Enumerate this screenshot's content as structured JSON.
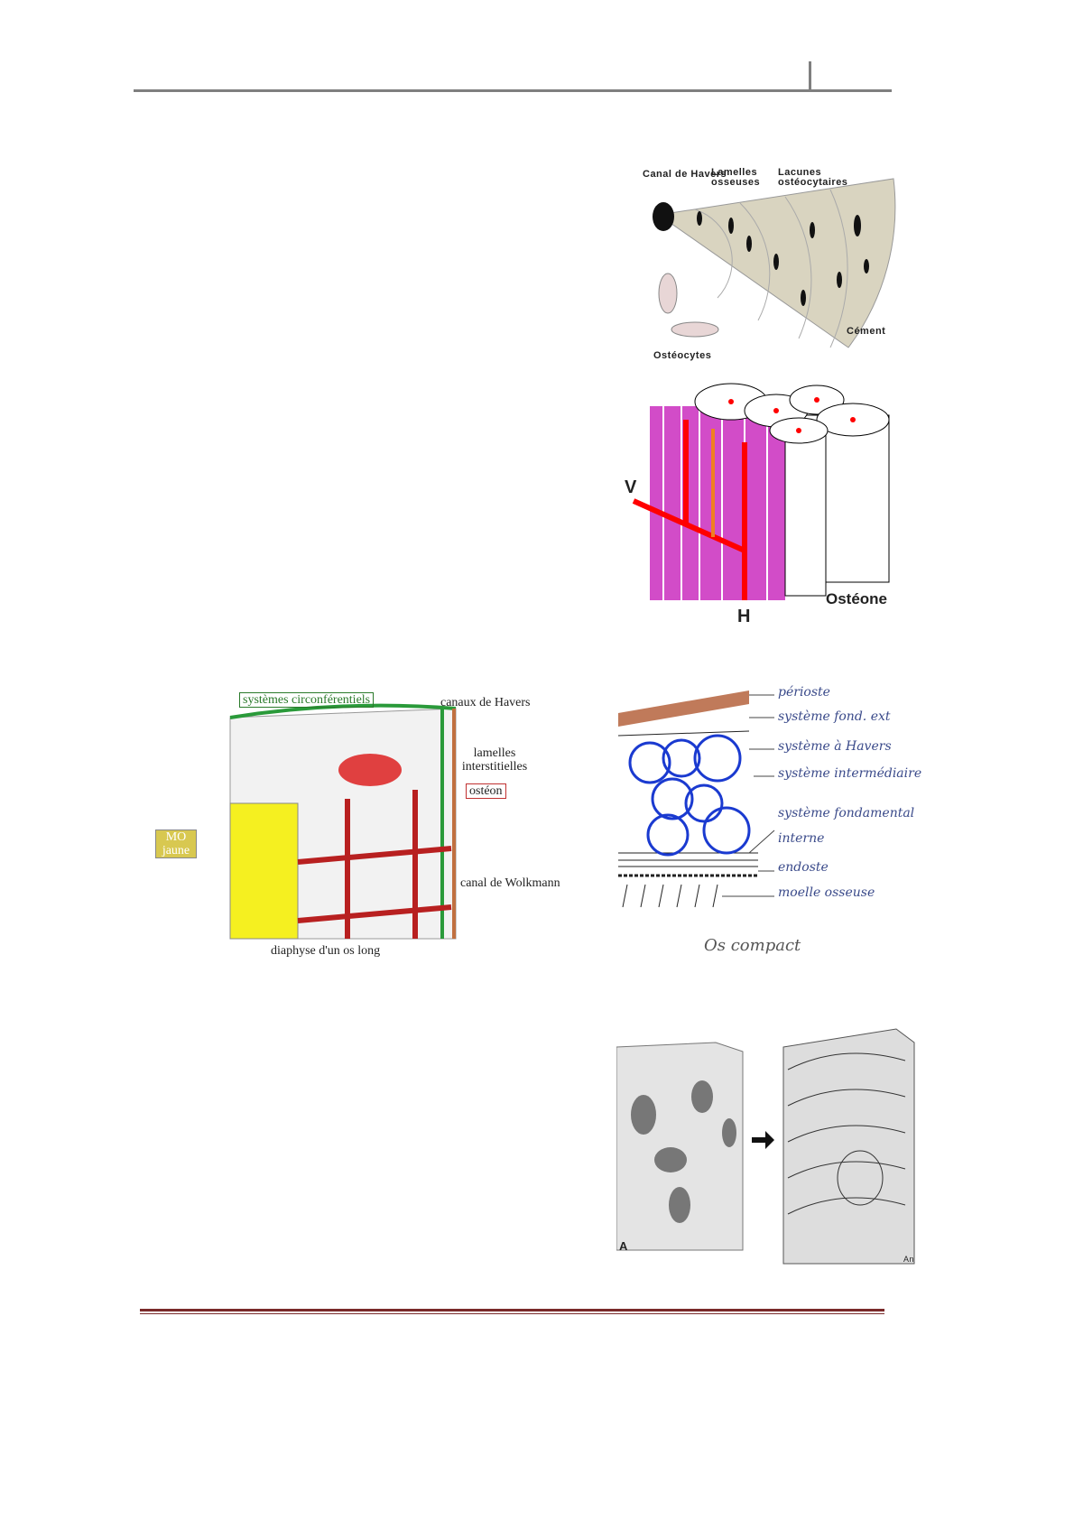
{
  "figure_osteon_sector": {
    "labels": {
      "canal": "Canal de Havers",
      "lamelles": "Lamelles osseuses",
      "lacunes": "Lacunes ostéocytaires",
      "cement": "Cément",
      "osteocytes": "Ostéocytes"
    }
  },
  "figure_osteone_3d": {
    "labels": {
      "v": "V",
      "h": "H",
      "osteone": "Ostéone"
    }
  },
  "figure_diaphyse": {
    "labels": {
      "systemes": "systèmes circonférentiels",
      "canaux": "canaux de Havers",
      "lamelles": "lamelles interstitielles",
      "osteon": "ostéon",
      "mo": "MO jaune",
      "wolkmann": "canal de Wolkmann",
      "caption": "diaphyse d'un os long"
    }
  },
  "figure_os_compact": {
    "labels": [
      "périoste",
      "système fond. ext",
      "système à Havers",
      "système intermédiaire",
      "système fondamental",
      "interne",
      "endoste",
      "moelle osseuse"
    ],
    "caption": "Os compact"
  },
  "figure_spongieux": {
    "labels": {
      "a": "A",
      "an": "An"
    }
  }
}
